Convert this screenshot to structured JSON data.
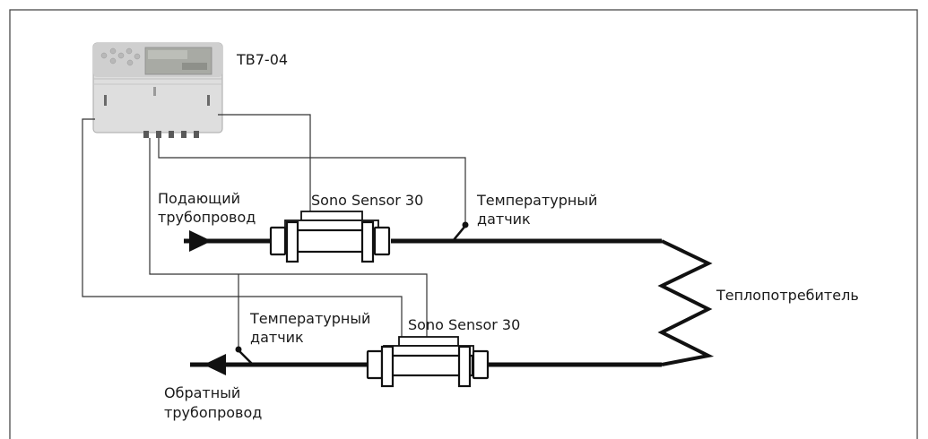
{
  "device": {
    "model": "ТВ7-04"
  },
  "supply_pipe": {
    "line1": "Подающий",
    "line2": "трубопровод"
  },
  "return_pipe": {
    "line1": "Обратный",
    "line2": "трубопровод"
  },
  "flow_sensor_top": {
    "label": "Sono Sensor 30"
  },
  "flow_sensor_bottom": {
    "label": "Sono Sensor 30"
  },
  "temp_sensor_top": {
    "line1": "Температурный",
    "line2": "датчик"
  },
  "temp_sensor_bottom": {
    "line1": "Температурный",
    "line2": "датчик"
  },
  "consumer": {
    "label": "Теплопотребитель"
  }
}
